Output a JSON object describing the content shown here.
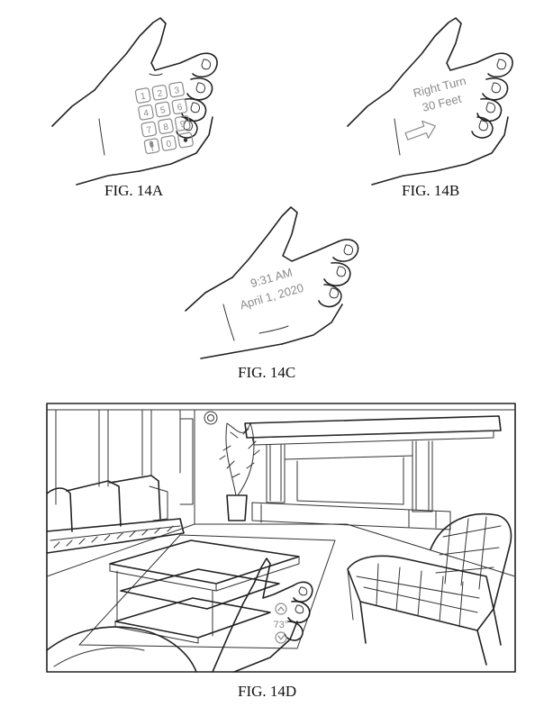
{
  "figures": {
    "fig_a": {
      "caption": "FIG. 14A",
      "keypad": [
        "1",
        "2",
        "3",
        "4",
        "5",
        "6",
        "7",
        "8",
        "9",
        "0"
      ]
    },
    "fig_b": {
      "caption": "FIG. 14B",
      "line1": "Right Turn",
      "line2": "30 Feet"
    },
    "fig_c": {
      "caption": "FIG. 14C",
      "time": "9:31 AM",
      "date": "April 1, 2020"
    },
    "fig_d": {
      "caption": "FIG. 14D",
      "temperature": "73°"
    }
  },
  "icons": {
    "keypad_left": "mic-icon",
    "keypad_right": "dot-icon",
    "nav": "right-arrow-icon",
    "temp_up": "chevron-up-icon",
    "temp_down": "chevron-down-icon"
  }
}
